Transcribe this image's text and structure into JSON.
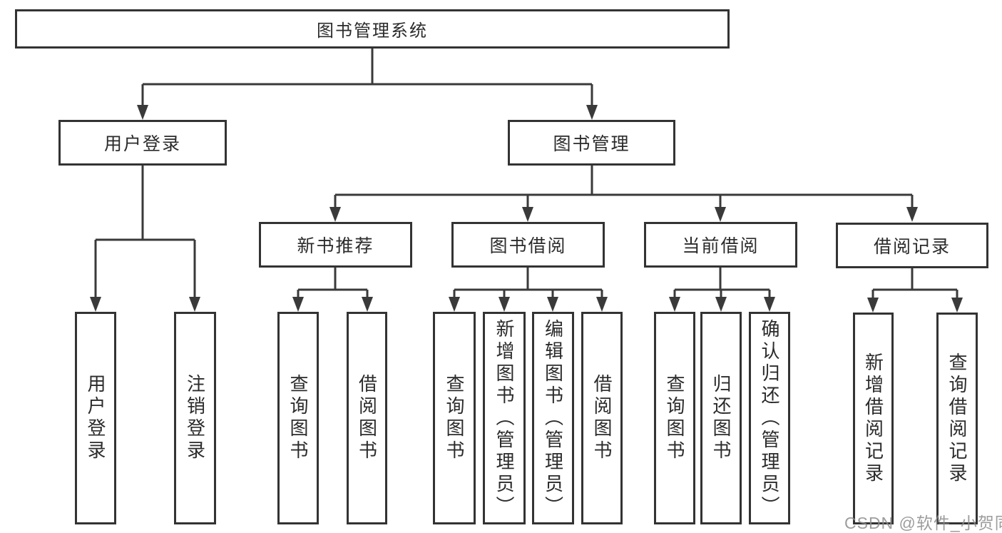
{
  "diagram": {
    "root": {
      "label": "图书管理系统",
      "children": [
        {
          "label": "用户登录",
          "children": [
            {
              "label": "用户登录"
            },
            {
              "label": "注销登录"
            }
          ]
        },
        {
          "label": "图书管理",
          "children": [
            {
              "label": "新书推荐",
              "children": [
                {
                  "label": "查询图书"
                },
                {
                  "label": "借阅图书"
                }
              ]
            },
            {
              "label": "图书借阅",
              "children": [
                {
                  "label": "查询图书"
                },
                {
                  "label": "新增图书（管理员）"
                },
                {
                  "label": "编辑图书（管理员）"
                },
                {
                  "label": "借阅图书"
                }
              ]
            },
            {
              "label": "当前借阅",
              "children": [
                {
                  "label": "查询图书"
                },
                {
                  "label": "归还图书"
                },
                {
                  "label": "确认归还（管理员）"
                }
              ]
            },
            {
              "label": "借阅记录",
              "children": [
                {
                  "label": "新增借阅记录"
                },
                {
                  "label": "查询借阅记录"
                }
              ]
            }
          ]
        }
      ]
    },
    "watermark": "CSDN @软件_小贺同学",
    "colors": {
      "line": "#3a3a3a",
      "border": "#333333",
      "background": "#ffffff",
      "text": "#2b2b2b",
      "watermark": "#8c8c8c"
    }
  }
}
